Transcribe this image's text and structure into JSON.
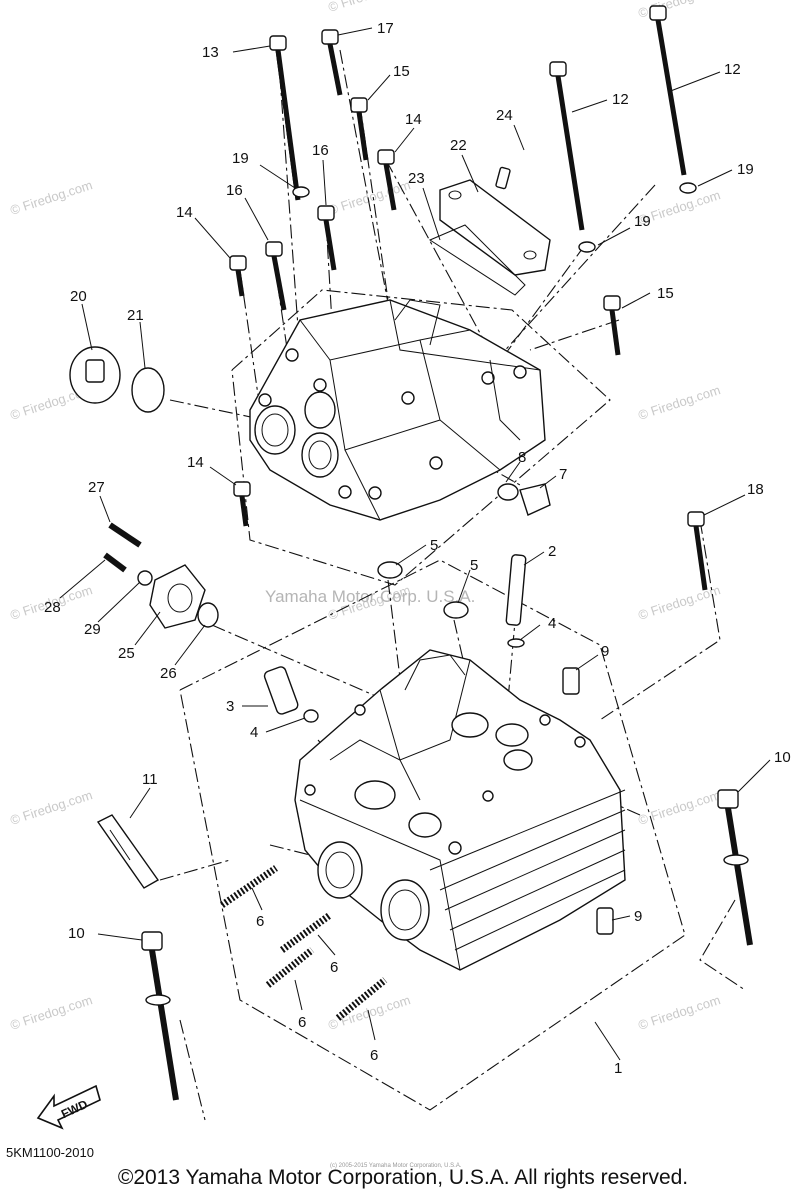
{
  "diagram": {
    "code": "5KM1100-2010",
    "copyright": "©2013 Yamaha Motor Corporation, U.S.A. All rights reserved.",
    "center_watermark": "Yamaha Motor Corp. U.S.A.",
    "watermark": "© Firedog.com",
    "tiny_notice": "(c) 2005-2015 Yamaha Motor Corporation, U.S.A.",
    "fwd_label": "FWD"
  },
  "callouts": [
    {
      "id": "c13",
      "label": "13"
    },
    {
      "id": "c17",
      "label": "17"
    },
    {
      "id": "c15a",
      "label": "15"
    },
    {
      "id": "c12a",
      "label": "12"
    },
    {
      "id": "c12b",
      "label": "12"
    },
    {
      "id": "c24",
      "label": "24"
    },
    {
      "id": "c14a",
      "label": "14"
    },
    {
      "id": "c16a",
      "label": "16"
    },
    {
      "id": "c19a",
      "label": "19"
    },
    {
      "id": "c22",
      "label": "22"
    },
    {
      "id": "c23",
      "label": "23"
    },
    {
      "id": "c19b",
      "label": "19"
    },
    {
      "id": "c16b",
      "label": "16"
    },
    {
      "id": "c14b",
      "label": "14"
    },
    {
      "id": "c19c",
      "label": "19"
    },
    {
      "id": "c20",
      "label": "20"
    },
    {
      "id": "c21",
      "label": "21"
    },
    {
      "id": "c15b",
      "label": "15"
    },
    {
      "id": "c14c",
      "label": "14"
    },
    {
      "id": "c8",
      "label": "8"
    },
    {
      "id": "c7",
      "label": "7"
    },
    {
      "id": "c27",
      "label": "27"
    },
    {
      "id": "c18",
      "label": "18"
    },
    {
      "id": "c5a",
      "label": "5"
    },
    {
      "id": "c2",
      "label": "2"
    },
    {
      "id": "c5b",
      "label": "5"
    },
    {
      "id": "c28",
      "label": "28"
    },
    {
      "id": "c29",
      "label": "29"
    },
    {
      "id": "c4a",
      "label": "4"
    },
    {
      "id": "c25",
      "label": "25"
    },
    {
      "id": "c26",
      "label": "26"
    },
    {
      "id": "c9a",
      "label": "9"
    },
    {
      "id": "c3",
      "label": "3"
    },
    {
      "id": "c4b",
      "label": "4"
    },
    {
      "id": "c10a",
      "label": "10"
    },
    {
      "id": "c11",
      "label": "11"
    },
    {
      "id": "c9b",
      "label": "9"
    },
    {
      "id": "c6a",
      "label": "6"
    },
    {
      "id": "c10b",
      "label": "10"
    },
    {
      "id": "c6b",
      "label": "6"
    },
    {
      "id": "c6c",
      "label": "6"
    },
    {
      "id": "c6d",
      "label": "6"
    },
    {
      "id": "c1",
      "label": "1"
    }
  ]
}
